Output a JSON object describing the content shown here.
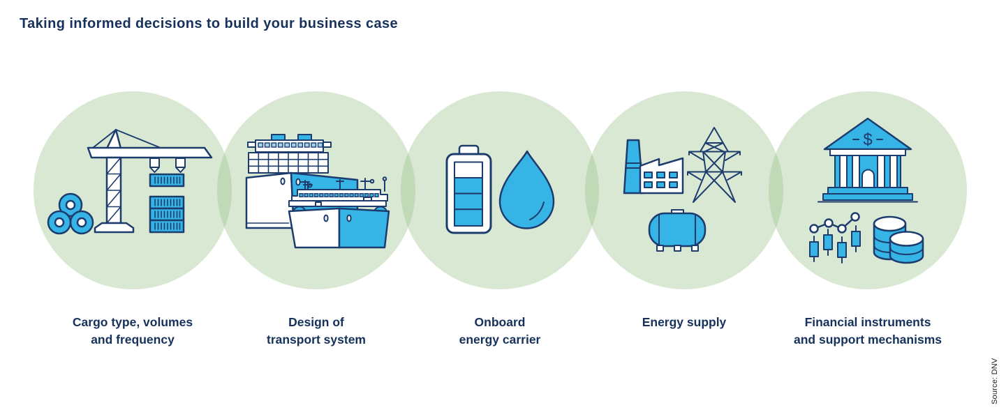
{
  "title": "Taking informed decisions to build your business case",
  "source_note": "Source: DNV",
  "pediment_symbol": "$",
  "colors": {
    "background": "#ffffff",
    "circle_green": "#d9e8d3",
    "circle_overlap_green": "#c0d9b6",
    "icon_blue": "#35b4e5",
    "icon_light_blue": "#9fd4ee",
    "outline_navy": "#1d3c6e",
    "text_navy": "#16325c"
  },
  "steps": [
    {
      "icon": "crane-containers-coils-icon",
      "label_line1": "Cargo type, volumes",
      "label_line2": "and frequency"
    },
    {
      "icon": "cargo-ships-icon",
      "label_line1": "Design of",
      "label_line2": "transport system"
    },
    {
      "icon": "battery-droplet-icon",
      "label_line1": "Onboard",
      "label_line2": "energy carrier"
    },
    {
      "icon": "factory-pylon-fuel-tank-icon",
      "label_line1": "Energy supply",
      "label_line2": ""
    },
    {
      "icon": "bank-chart-coins-icon",
      "label_line1": "Financial instruments",
      "label_line2": "and support mechanisms"
    }
  ]
}
